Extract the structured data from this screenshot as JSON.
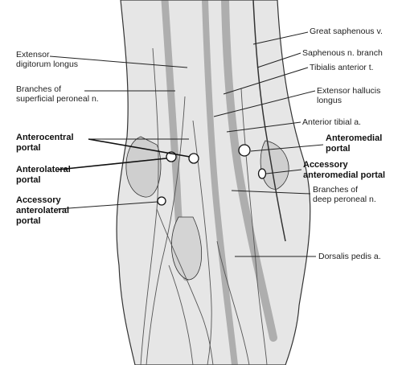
{
  "labels": {
    "extensor_digitorum_longus": "Extensor\ndigitorum longus",
    "branches_superficial_peroneal": "Branches of\nsuperficial peroneal n.",
    "anterocentral_portal": "Anterocentral\nportal",
    "anterolateral_portal": "Anterolateral\nportal",
    "accessory_anterolateral_portal": "Accessory\nanterolateral\nportal",
    "great_saphenous": "Great saphenous v.",
    "saphenous_branch": "Saphenous n. branch",
    "tibialis_anterior": "Tibialis anterior t.",
    "extensor_hallucis_longus": "Extensor hallucis\nlongus",
    "anterior_tibial_artery": "Anterior tibial a.",
    "anteromedial_portal": "Anteromedial\nportal",
    "accessory_anteromedial_portal": "Accessory\nanteromedial portal",
    "branches_deep_peroneal": "Branches of\ndeep peroneal n.",
    "dorsalis_pedis": "Dorsalis pedis a."
  },
  "colors": {
    "outline": "#333333",
    "shade": "#d9d9d9",
    "line": "#222222"
  }
}
